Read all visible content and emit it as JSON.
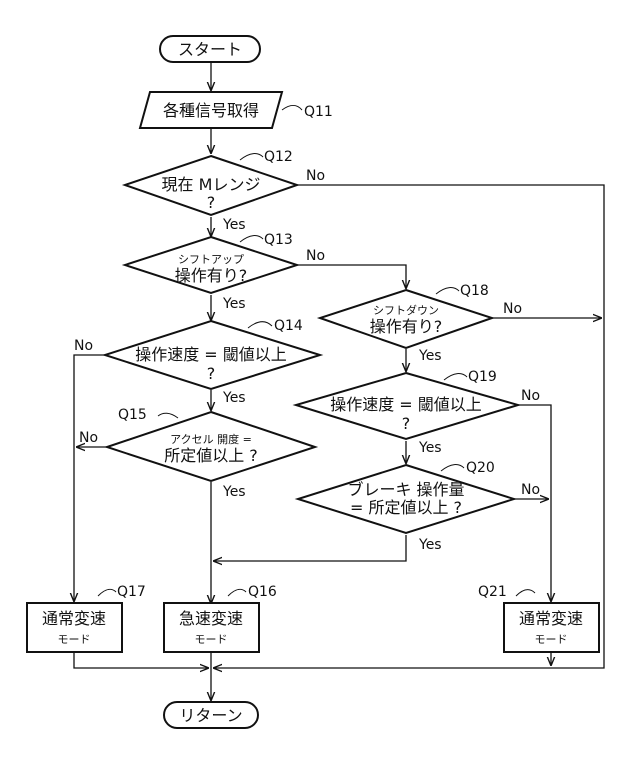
{
  "terminals": {
    "start": "スタート",
    "end": "リターン"
  },
  "process_input": {
    "text": "各種信号取得",
    "id": "Q11"
  },
  "decisions": [
    {
      "id": "Q12",
      "lines": [
        "現在 Mレンジ",
        "?"
      ]
    },
    {
      "id": "Q13",
      "lines": [
        "シフトアップ",
        "操作有り?"
      ]
    },
    {
      "id": "Q14",
      "lines": [
        "操作速度 = 閾値以上",
        "?"
      ]
    },
    {
      "id": "Q15",
      "lines": [
        "アクセル 開度 =",
        "所定値以上 ?"
      ]
    },
    {
      "id": "Q18",
      "lines": [
        "シフトダウン",
        "操作有り?"
      ]
    },
    {
      "id": "Q19",
      "lines": [
        "操作速度 = 閾値以上",
        "?"
      ]
    },
    {
      "id": "Q20",
      "lines": [
        "ブレーキ 操作量",
        "= 所定値以上 ?"
      ]
    }
  ],
  "modes": [
    {
      "id": "Q17",
      "lines": [
        "通常変速",
        "モード"
      ]
    },
    {
      "id": "Q16",
      "lines": [
        "急速変速",
        "モード"
      ]
    },
    {
      "id": "Q21",
      "lines": [
        "通常変速",
        "モード"
      ]
    }
  ],
  "branch_labels": {
    "yes": "Yes",
    "no": "No"
  }
}
